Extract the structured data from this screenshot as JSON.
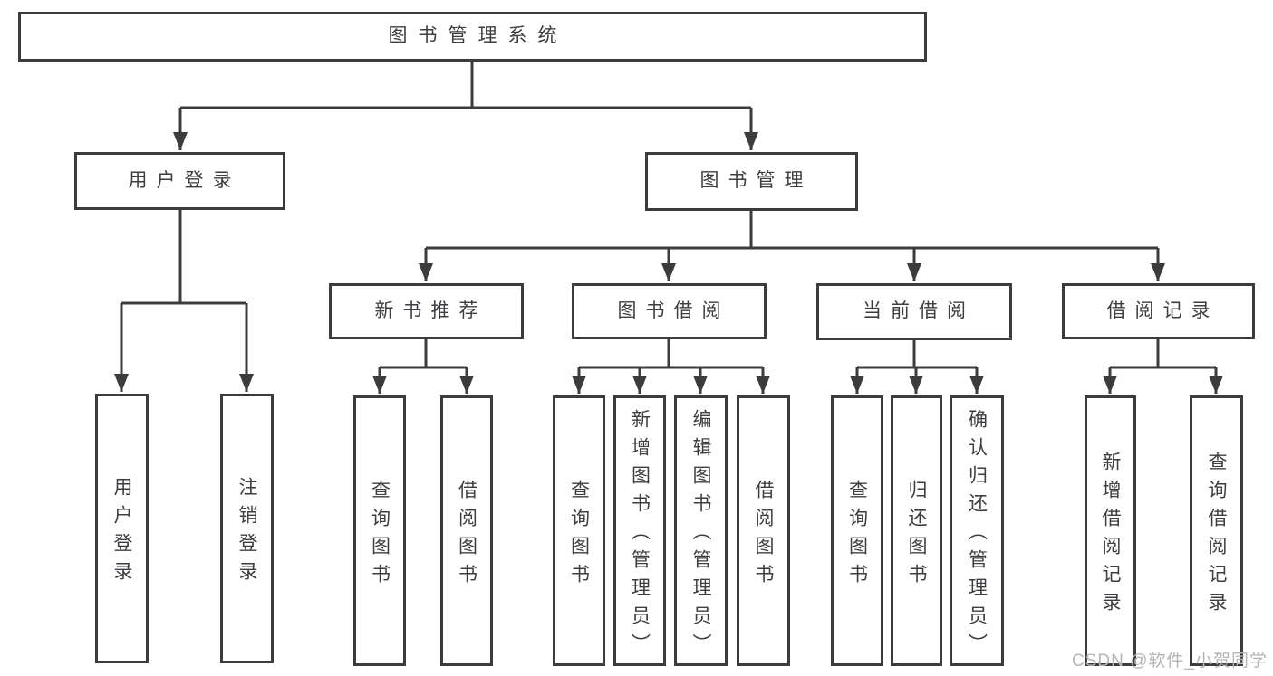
{
  "diagram": {
    "type": "tree",
    "title": "图书管理系统",
    "line_color": "#3c3c3c",
    "text_color": "#3e3e42",
    "background_color": "#ffffff",
    "watermark": {
      "text": "CSDN @软件_小贺同学",
      "color": "#b5b5b5"
    }
  },
  "nodes": {
    "root": {
      "label": "图书管理系统"
    },
    "user_login": {
      "label": "用户登录"
    },
    "book_mgmt": {
      "label": "图书管理"
    },
    "new_book_rec": {
      "label": "新书推荐"
    },
    "book_borrow": {
      "label": "图书借阅"
    },
    "current_borrow": {
      "label": "当前借阅"
    },
    "borrow_records": {
      "label": "借阅记录"
    },
    "leaf_user_login": {
      "label": "用户登录"
    },
    "leaf_logout": {
      "label": "注销登录"
    },
    "leaf_query_book_1": {
      "label": "查询图书"
    },
    "leaf_borrow_book_1": {
      "label": "借阅图书"
    },
    "leaf_query_book_2": {
      "label": "查询图书"
    },
    "leaf_add_book": {
      "label": "新增图书（管理员）"
    },
    "leaf_edit_book": {
      "label": "编辑图书（管理员）"
    },
    "leaf_borrow_book_2": {
      "label": "借阅图书"
    },
    "leaf_query_book_3": {
      "label": "查询图书"
    },
    "leaf_return_book": {
      "label": "归还图书"
    },
    "leaf_confirm_return": {
      "label": "确认归还（管理员）"
    },
    "leaf_add_borrow_record": {
      "label": "新增借阅记录"
    },
    "leaf_query_borrow_record": {
      "label": "查询借阅记录"
    }
  },
  "structure": {
    "root": [
      "user_login",
      "book_mgmt"
    ],
    "user_login": [
      "leaf_user_login",
      "leaf_logout"
    ],
    "book_mgmt": [
      "new_book_rec",
      "book_borrow",
      "current_borrow",
      "borrow_records"
    ],
    "new_book_rec": [
      "leaf_query_book_1",
      "leaf_borrow_book_1"
    ],
    "book_borrow": [
      "leaf_query_book_2",
      "leaf_add_book",
      "leaf_edit_book",
      "leaf_borrow_book_2"
    ],
    "current_borrow": [
      "leaf_query_book_3",
      "leaf_return_book",
      "leaf_confirm_return"
    ],
    "borrow_records": [
      "leaf_add_borrow_record",
      "leaf_query_borrow_record"
    ]
  }
}
